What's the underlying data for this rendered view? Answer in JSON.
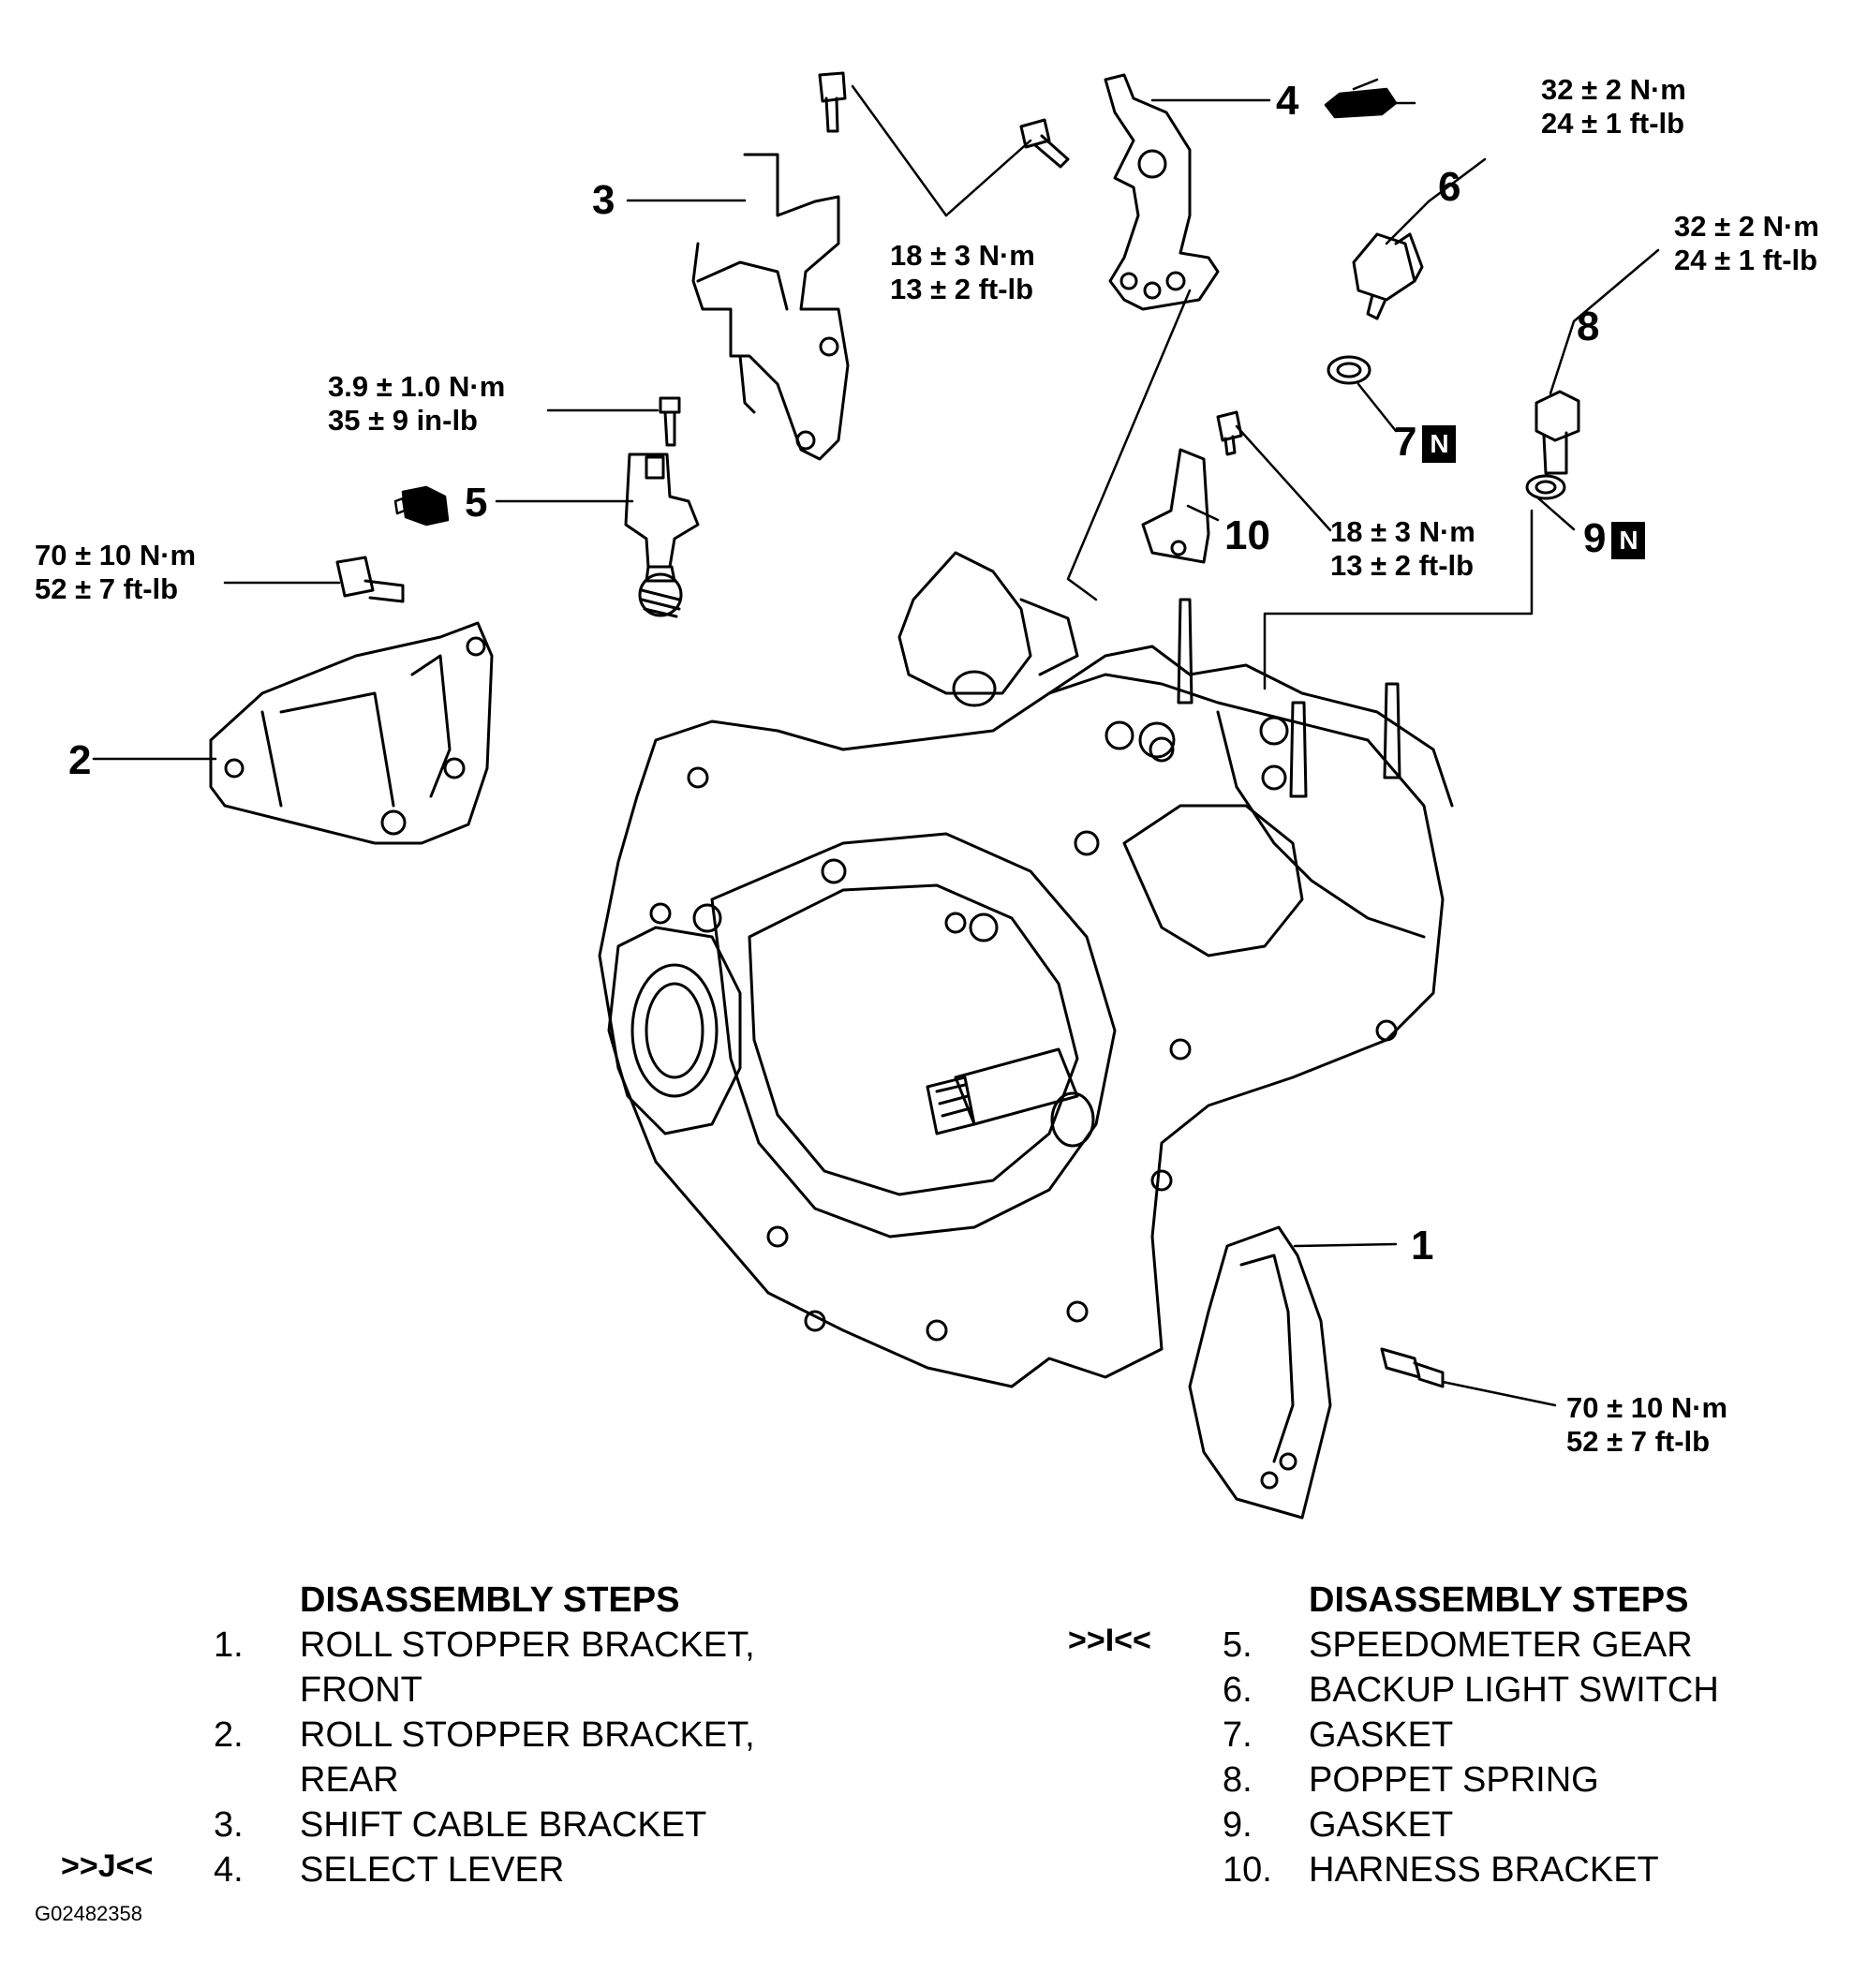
{
  "callouts": {
    "c1": "1",
    "c2": "2",
    "c3": "3",
    "c4": "4",
    "c5": "5",
    "c6": "6",
    "c7": "7",
    "c8": "8",
    "c9": "9",
    "c10": "10"
  },
  "new_part_mark": "N",
  "torques": {
    "t_top_a": "18 ± 3 N·m",
    "t_top_b": "13 ± 2 ft-lb",
    "t_speedo_a": "3.9 ± 1.0 N·m",
    "t_speedo_b": "35 ± 9 in-lb",
    "t_rear_a": "70 ± 10 N·m",
    "t_rear_b": "52 ± 7 ft-lb",
    "t_sw6_a": "32 ± 2 N·m",
    "t_sw6_b": "24 ± 1 ft-lb",
    "t_sp8_a": "32 ± 2 N·m",
    "t_sp8_b": "24 ± 1 ft-lb",
    "t_har_a": "18 ± 3 N·m",
    "t_har_b": "13 ± 2 ft-lb",
    "t_front_a": "70 ± 10 N·m",
    "t_front_b": "52 ± 7 ft-lb"
  },
  "steps_left": {
    "heading": "DISASSEMBLY STEPS",
    "items": [
      {
        "n": "1.",
        "t1": "ROLL STOPPER BRACKET,",
        "t2": "FRONT"
      },
      {
        "n": "2.",
        "t1": "ROLL STOPPER BRACKET,",
        "t2": "REAR"
      },
      {
        "n": "3.",
        "t1": "SHIFT CABLE BRACKET"
      },
      {
        "n": "4.",
        "t1": "SELECT LEVER"
      }
    ],
    "mark4": ">>J<<"
  },
  "steps_right": {
    "heading": "DISASSEMBLY STEPS",
    "items": [
      {
        "n": "5.",
        "t": "SPEEDOMETER GEAR"
      },
      {
        "n": "6.",
        "t": "BACKUP LIGHT SWITCH"
      },
      {
        "n": "7.",
        "t": "GASKET"
      },
      {
        "n": "8.",
        "t": "POPPET SPRING"
      },
      {
        "n": "9.",
        "t": "GASKET"
      },
      {
        "n": "10.",
        "t": "HARNESS BRACKET"
      }
    ],
    "mark5": ">>I<<"
  },
  "figure_id": "G02482358",
  "icons": {
    "c4": "grease-gun-icon",
    "c5": "apply-oil-icon"
  }
}
